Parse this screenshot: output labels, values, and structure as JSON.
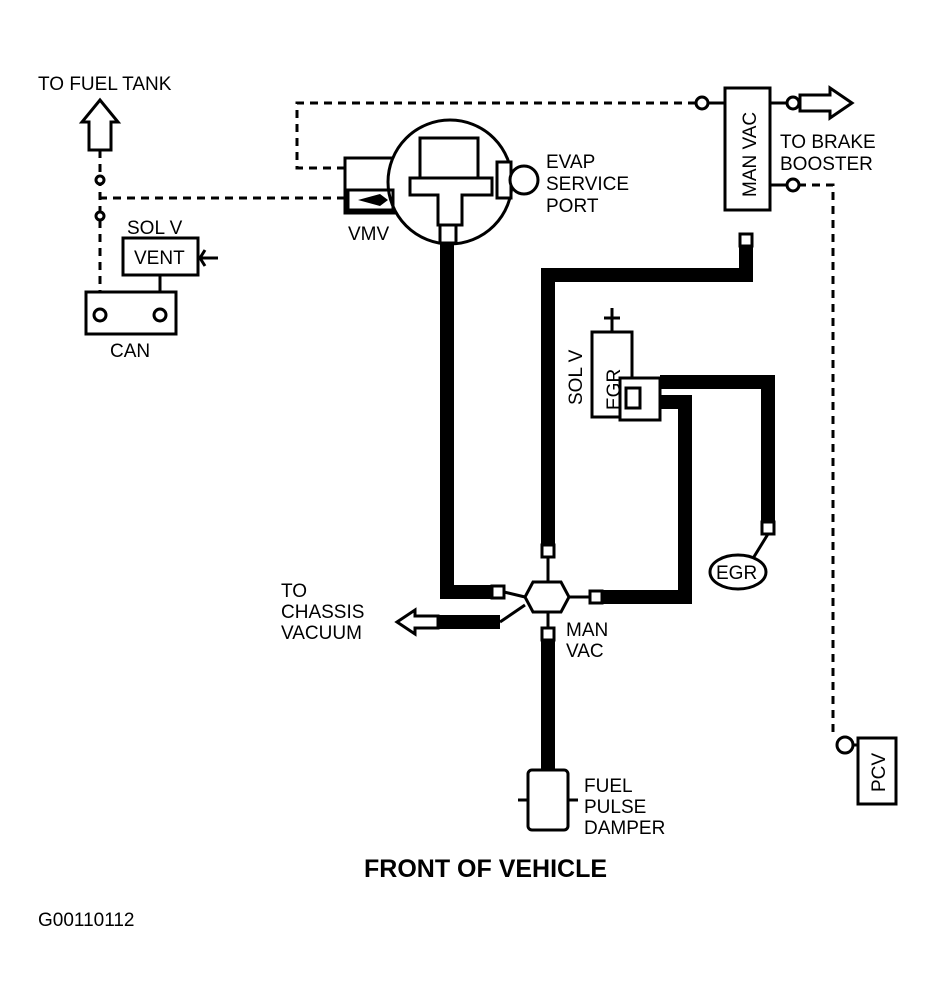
{
  "labels": {
    "to_fuel_tank": "TO FUEL TANK",
    "sol_v_vent_top": "SOL V",
    "vent": "VENT",
    "can": "CAN",
    "vmv": "VMV",
    "evap_line1": "EVAP",
    "evap_line2": "SERVICE",
    "evap_line3": "PORT",
    "man_vac_top": "MAN VAC",
    "to_brake_line1": "TO BRAKE",
    "to_brake_line2": "BOOSTER",
    "sol_v_egr_side": "SOL V",
    "egr_solenoid": "EGR",
    "egr_valve": "EGR",
    "to_chassis_line1": "TO",
    "to_chassis_line2": "CHASSIS",
    "to_chassis_line3": "VACUUM",
    "man_vac_line1": "MAN",
    "man_vac_line2": "VAC",
    "fuel_line1": "FUEL",
    "fuel_line2": "PULSE",
    "fuel_line3": "DAMPER",
    "pcv": "PCV",
    "front_of_vehicle": "FRONT OF VEHICLE",
    "figure_id": "G00110112"
  }
}
